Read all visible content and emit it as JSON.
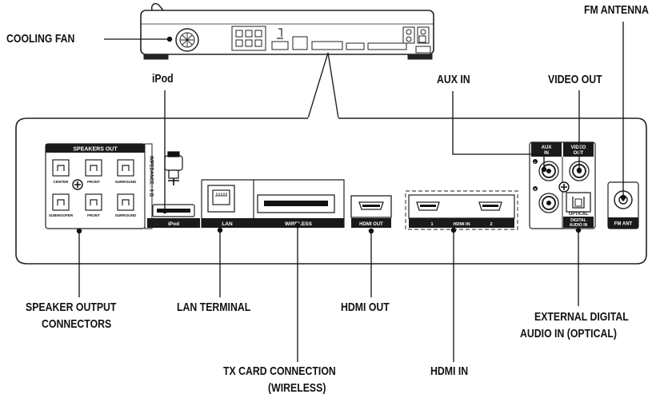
{
  "callouts": {
    "cooling_fan": "COOLING FAN",
    "fm_antenna": "FM ANTENNA",
    "ipod": "iPod",
    "aux_in": "AUX IN",
    "video_out": "VIDEO OUT",
    "speaker_output_line1": "SPEAKER OUTPUT",
    "speaker_output_line2": "CONNECTORS",
    "lan_terminal": "LAN TERMINAL",
    "hdmi_out": "HDMI OUT",
    "external_digital_line1": "EXTERNAL DIGITAL",
    "external_digital_line2": "AUDIO IN (OPTICAL)",
    "tx_card_line1": "TX CARD CONNECTION",
    "tx_card_line2": "(WIRELESS)",
    "hdmi_in": "HDMI IN"
  },
  "panel_labels": {
    "speakers_out": "SPEAKERS OUT",
    "impedance": "IMPEDANCE : 3 Ω",
    "center": "CENTER",
    "front_r": "FRONT",
    "surround_r": "SURROUND",
    "subwoofer": "SUBWOOFER",
    "front_l": "FRONT",
    "surround_l": "SURROUND",
    "ipod": "iPod",
    "lan": "LAN",
    "wireless": "WIRELESS",
    "hdmi_out": "HDMI OUT",
    "hdmi_in": "HDMI IN",
    "hdmi_in_1": "1",
    "hdmi_in_2": "2",
    "aux_in_line1": "AUX",
    "aux_in_line2": "IN",
    "video_out_line1": "VIDEO",
    "video_out_line2": "OUT",
    "optical": "OPTICAL",
    "digital_audio_line1": "DIGITAL",
    "digital_audio_line2": "AUDIO IN",
    "fm_ant": "FM ANT",
    "aux_r": "R",
    "aux_l": "L"
  },
  "colors": {
    "line": "#222222",
    "label_bar": "#1a1a1a",
    "panel_fill": "#ffffff"
  }
}
